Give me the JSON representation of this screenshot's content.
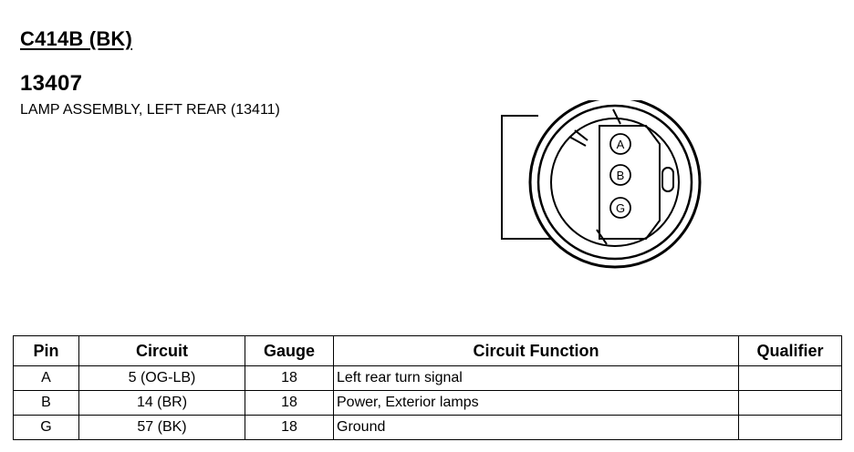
{
  "header": {
    "connector_id": "C414B (BK)",
    "part_number": "13407",
    "description": "LAMP ASSEMBLY, LEFT REAR (13411)"
  },
  "connector": {
    "pin_labels": [
      "A",
      "B",
      "G"
    ]
  },
  "table": {
    "headers": {
      "pin": "Pin",
      "circuit": "Circuit",
      "gauge": "Gauge",
      "function": "Circuit Function",
      "qualifier": "Qualifier"
    },
    "rows": [
      {
        "pin": "A",
        "circuit": "5 (OG-LB)",
        "gauge": "18",
        "function": "Left rear turn signal",
        "qualifier": ""
      },
      {
        "pin": "B",
        "circuit": "14 (BR)",
        "gauge": "18",
        "function": "Power, Exterior lamps",
        "qualifier": ""
      },
      {
        "pin": "G",
        "circuit": "57 (BK)",
        "gauge": "18",
        "function": "Ground",
        "qualifier": ""
      }
    ]
  }
}
